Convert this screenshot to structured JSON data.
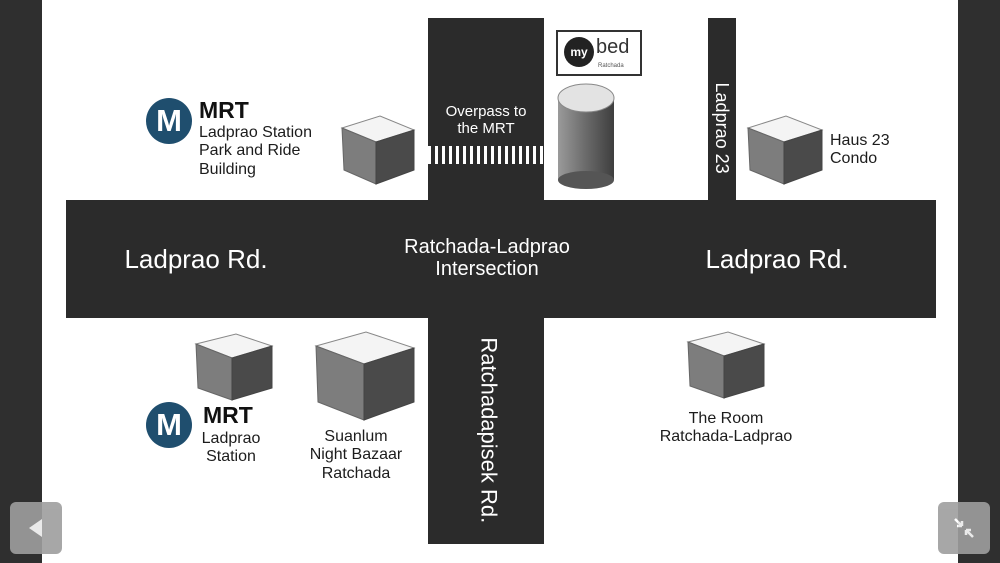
{
  "map": {
    "roads": {
      "ladprao_rd_west": "Ladprao Rd.",
      "ladprao_rd_east": "Ladprao Rd.",
      "intersection": "Ratchada-Ladprao Intersection",
      "ratchadapisek": "Ratchadapisek Rd.",
      "ladprao_23": "Ladprao 23",
      "overpass": "Overpass to the MRT"
    },
    "landmarks": {
      "mrt_park_ride": {
        "title": "MRT",
        "logo_letter": "M",
        "lines": [
          "Ladprao Station",
          "Park and Ride",
          "Building"
        ]
      },
      "mrt_station": {
        "title": "MRT",
        "logo_letter": "M",
        "lines": [
          "Ladprao",
          "Station"
        ]
      },
      "haus23": {
        "lines": [
          "Haus 23",
          "Condo"
        ]
      },
      "suanlum": {
        "lines": [
          "Suanlum",
          "Night Bazaar",
          "Ratchada"
        ]
      },
      "the_room": {
        "lines": [
          "The Room",
          "Ratchada-Ladprao"
        ]
      },
      "mybed": {
        "logo_my": "my",
        "logo_bed": "bed",
        "logo_sub": "Ratchada"
      }
    },
    "colors": {
      "road": "#2b2b2b",
      "mrt_blue": "#1f4e6e",
      "background": "#ffffff"
    }
  },
  "nav": {
    "back_icon": "left-arrow-icon",
    "collapse_icon": "collapse-arrows-icon"
  }
}
